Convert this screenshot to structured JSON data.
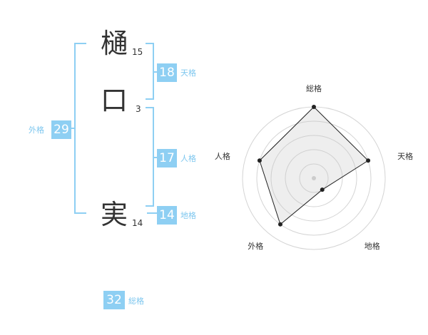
{
  "name_chars": [
    {
      "char": "樋",
      "strokes": "15"
    },
    {
      "char": "口",
      "strokes": "3"
    },
    {
      "char": "実",
      "strokes": "14"
    }
  ],
  "kaku": {
    "tenkaku": {
      "value": "18",
      "label": "天格"
    },
    "jinkaku": {
      "value": "17",
      "label": "人格"
    },
    "chikaku": {
      "value": "14",
      "label": "地格"
    },
    "gaikaku": {
      "value": "29",
      "label": "外格"
    },
    "soukaku": {
      "value": "32",
      "label": "総格"
    }
  },
  "colors": {
    "accent": "#8ecff3",
    "label": "#7ec7ef",
    "text": "#333333"
  },
  "chart_data": {
    "type": "radar",
    "axes": [
      "総格",
      "天格",
      "地格",
      "外格",
      "人格"
    ],
    "values": [
      5,
      4,
      1,
      4,
      4
    ],
    "range": [
      0,
      5
    ],
    "rings": 5,
    "grid": true
  }
}
